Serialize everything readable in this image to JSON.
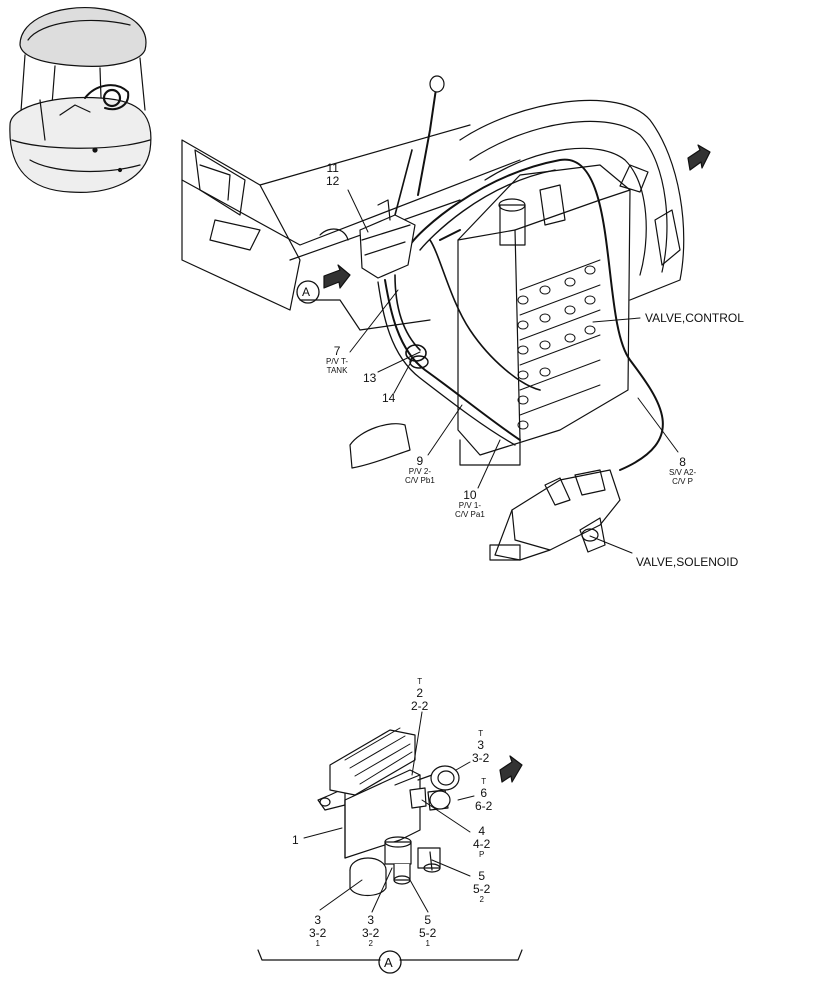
{
  "labels": {
    "callout_11": "11",
    "callout_12": "12",
    "callout_7": "7",
    "pv_t_tank_1": "P/V T-",
    "pv_t_tank_2": "TANK",
    "callout_13": "13",
    "callout_14": "14",
    "callout_9": "9",
    "pv2_1": "P/V 2-",
    "pv2_2": "C/V Pb1",
    "callout_10": "10",
    "pv1_1": "P/V 1-",
    "pv1_2": "C/V Pa1",
    "callout_8": "8",
    "sv_1": "S/V A2-",
    "sv_2": "C/V P",
    "valve_control": "VALVE,CONTROL",
    "valve_solenoid": "VALVE,SOLENOID",
    "view_a_top": "A",
    "view_a_bottom": "A"
  },
  "detail": {
    "top_t": "T",
    "top_2": "2",
    "top_2_2": "2-2",
    "r3_t": "T",
    "r3": "3",
    "r3_2": "3-2",
    "r6_t": "T",
    "r6": "6",
    "r6_2": "6-2",
    "c1": "1",
    "c4": "4",
    "c4_2": "4-2",
    "c4_p": "P",
    "c5": "5",
    "c5_2": "5-2",
    "c5_sub": "2",
    "b3a": "3",
    "b3a_2": "3-2",
    "b3a_sub": "1",
    "b3b": "3",
    "b3b_2": "3-2",
    "b3b_sub": "2",
    "b5": "5",
    "b5_2": "5-2",
    "b5_sub": "1"
  }
}
